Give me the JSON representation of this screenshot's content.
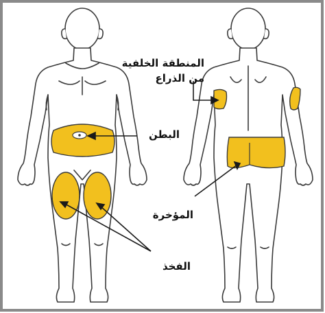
{
  "labels": {
    "arm_line1": "المنطقة الخلفية",
    "arm_line2": "من الذراع",
    "abdomen": "البطن",
    "buttocks": "المؤخرة",
    "thigh": "الفخذ"
  },
  "colors": {
    "zone_fill": "#f2c01e",
    "outline": "#3a3a3a",
    "border": "#8a8a8a",
    "text": "#111111"
  }
}
